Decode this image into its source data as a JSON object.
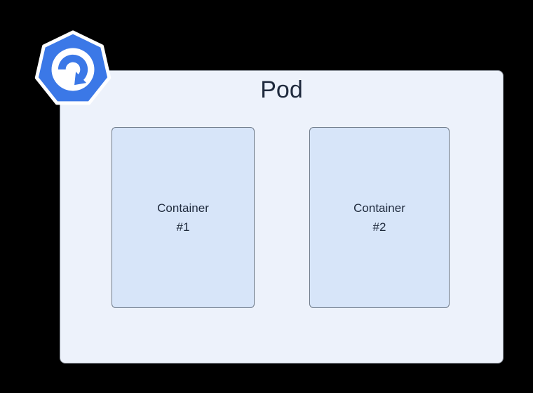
{
  "diagram": {
    "pod": {
      "label": "Pod"
    },
    "containers": [
      {
        "label": "Container\n#1"
      },
      {
        "label": "Container\n#2"
      }
    ],
    "logo": {
      "icon": "kubernetes-heptagon-rotate-icon"
    },
    "colors": {
      "background": "#000000",
      "pod_fill": "#edf2fb",
      "pod_border": "#8a9099",
      "container_fill": "#d7e5f9",
      "container_border": "#6f7b8a",
      "logo_blue": "#3b78e7",
      "logo_stroke": "#ffffff",
      "text": "#1f2a3d"
    }
  }
}
